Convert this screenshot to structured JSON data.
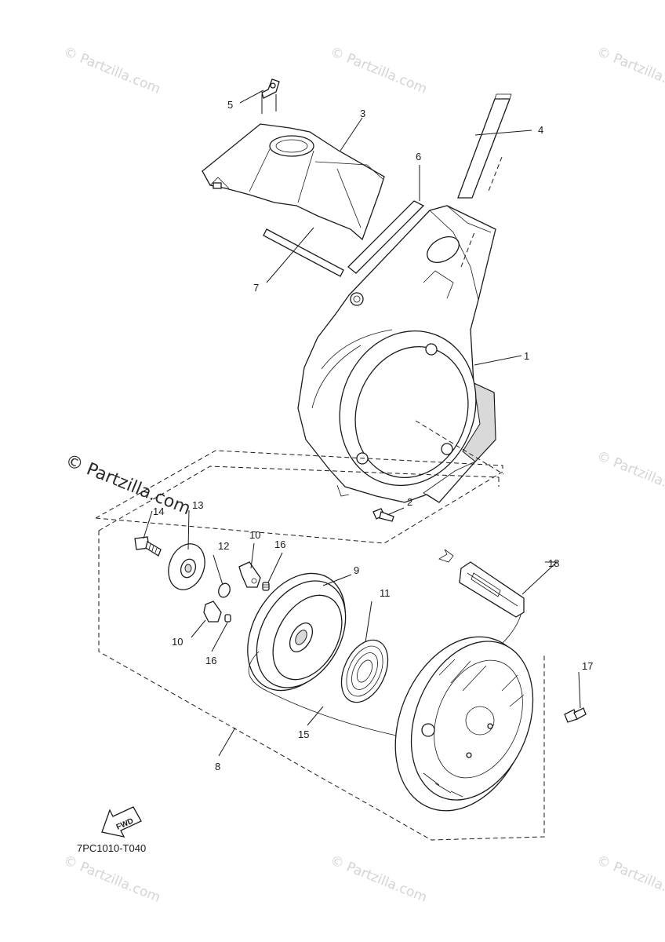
{
  "watermark": {
    "text": "© Partzilla.com",
    "corner_text": "© Partzilla.com"
  },
  "diagram_code": "7PC1010-T040",
  "fwd_label": "FWD",
  "callouts": {
    "c1": "1",
    "c2": "2",
    "c3": "3",
    "c4": "4",
    "c5": "5",
    "c6": "6",
    "c7": "7",
    "c8": "8",
    "c9": "9",
    "c10a": "10",
    "c10b": "10",
    "c11": "11",
    "c12": "12",
    "c13": "13",
    "c14": "14",
    "c15": "15",
    "c16a": "16",
    "c16b": "16",
    "c17": "17",
    "c18": "18"
  }
}
